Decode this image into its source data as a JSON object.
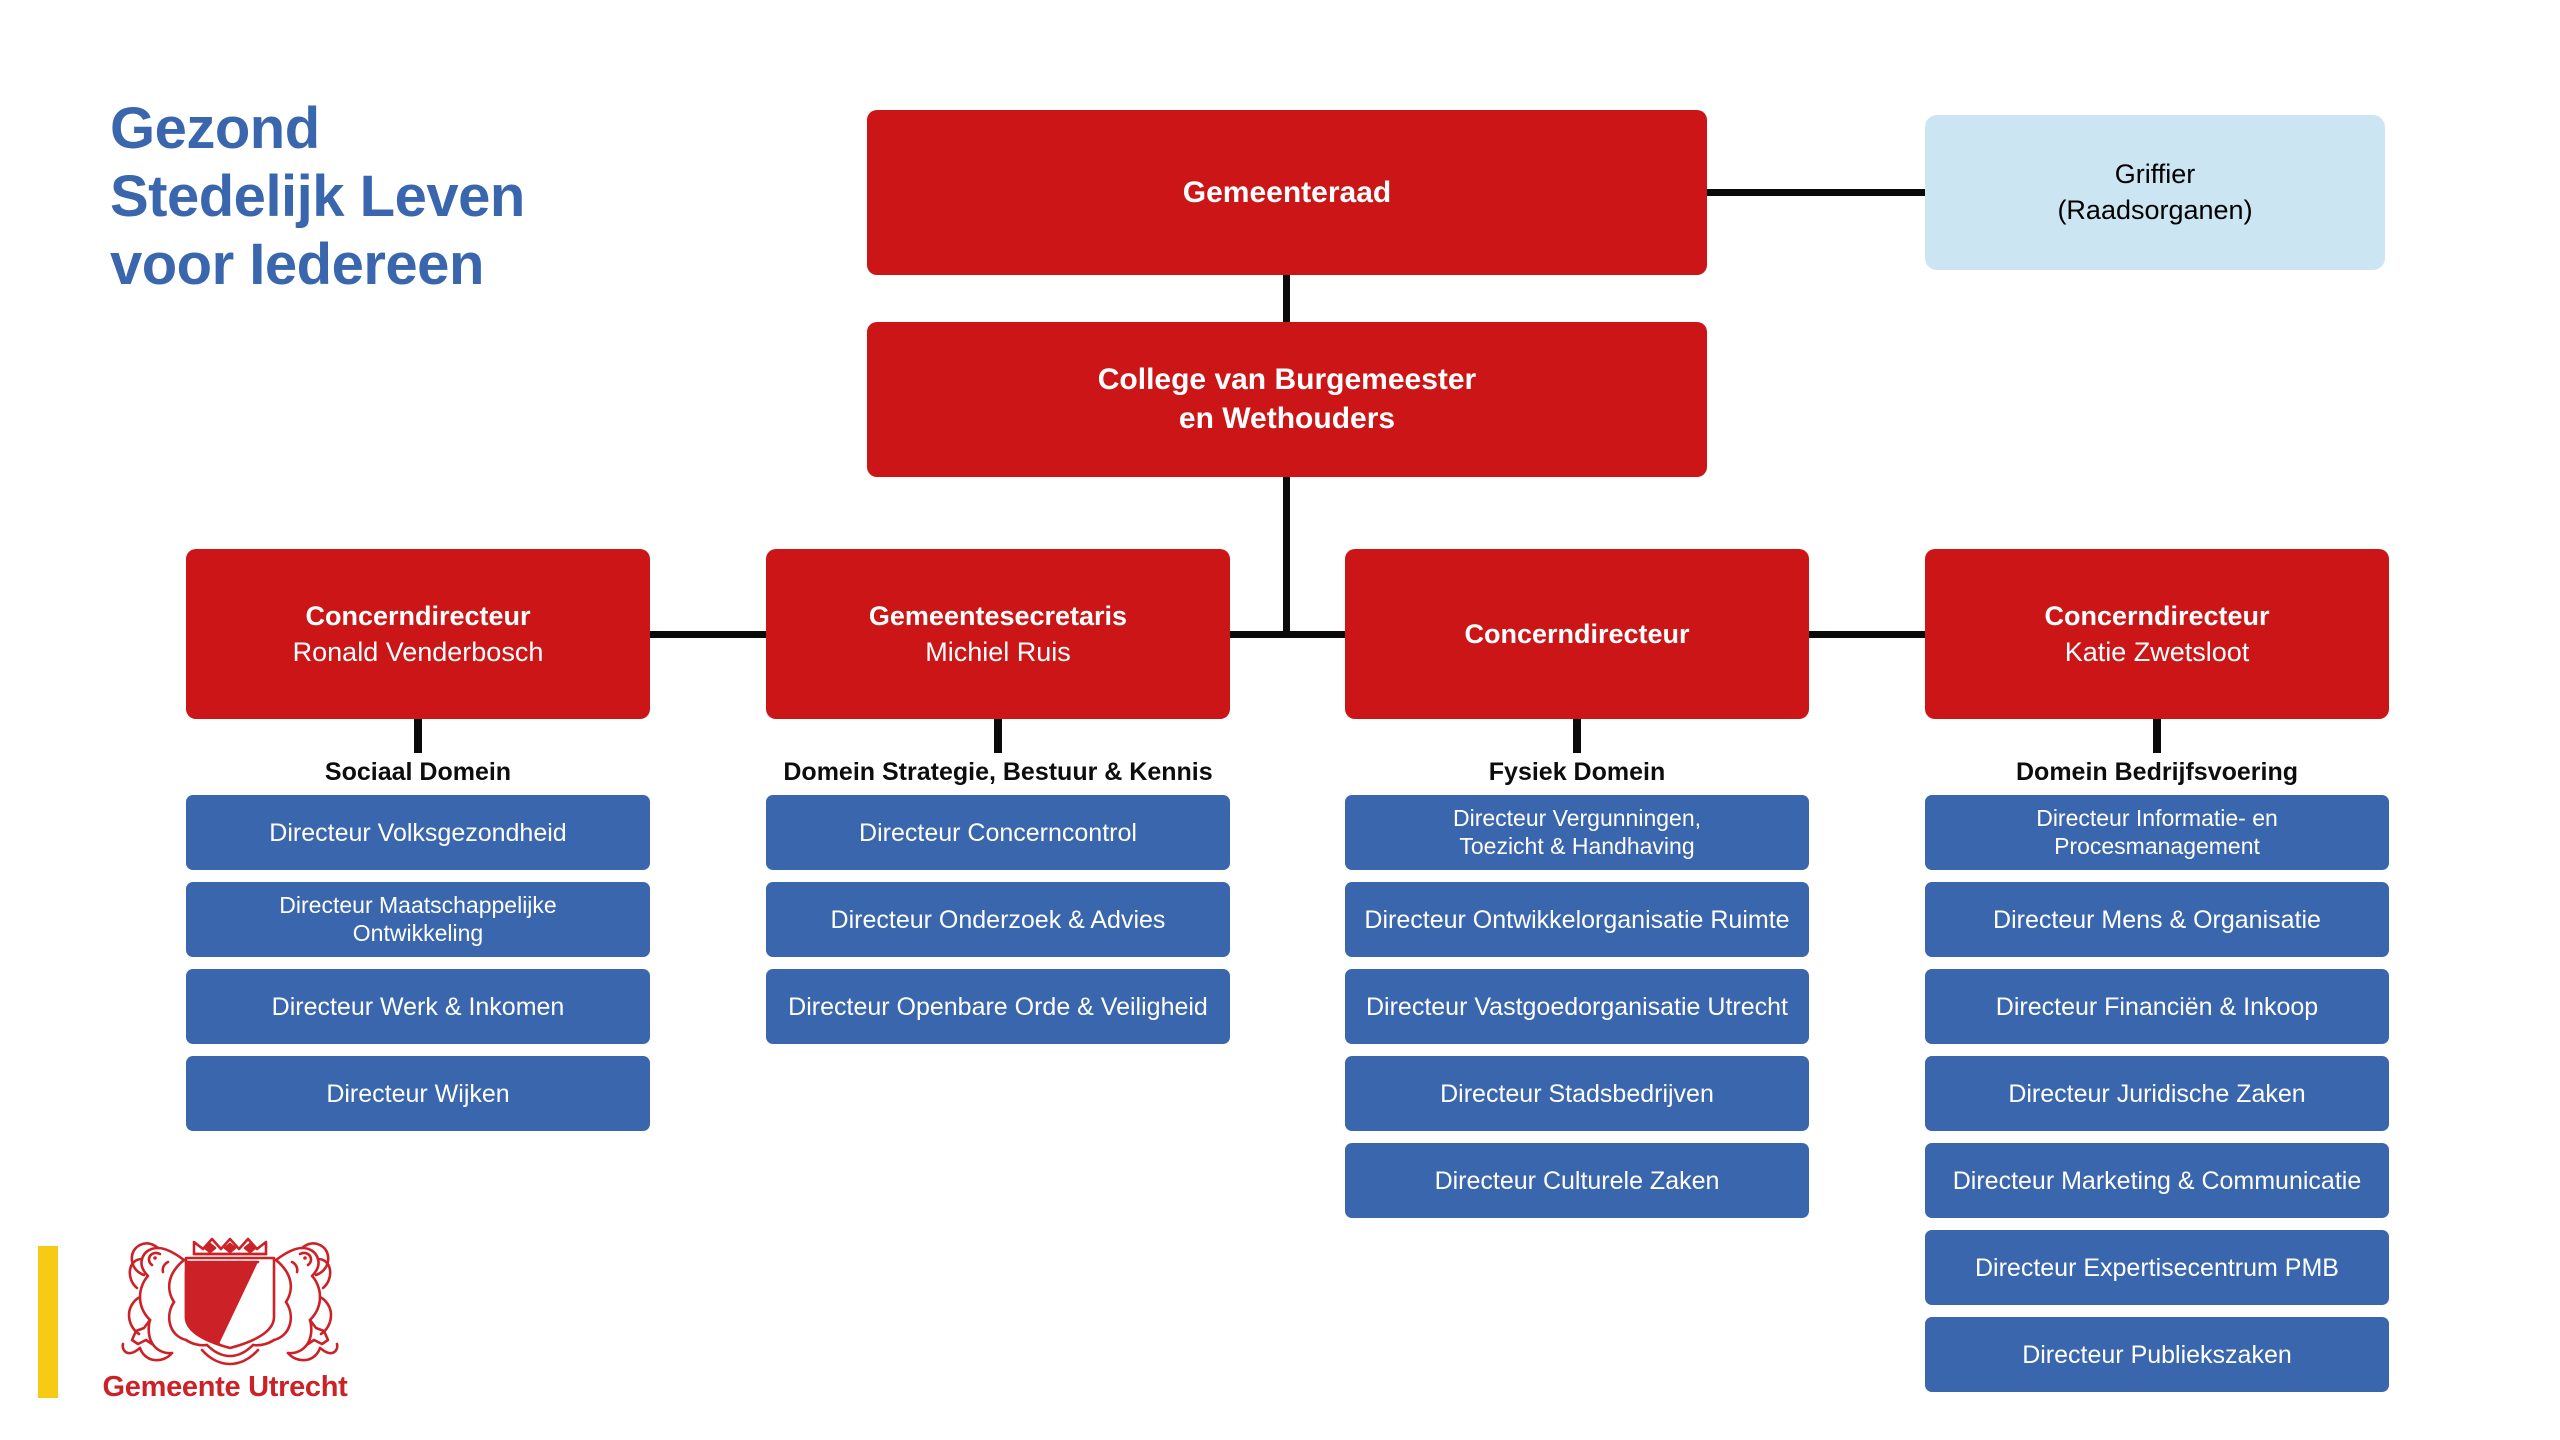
{
  "slogan": "Gezond\nStedelijk Leven\nvoor Iedereen",
  "colors": {
    "title_blue": "#3a66ad",
    "node_red": "#cc1517",
    "node_light_blue": "#cbe5f3",
    "node_blue": "#3a66ad",
    "logo_red": "#cc2127",
    "logo_yellow": "#f5cb16",
    "connector_black": "#0a0a0a"
  },
  "top": {
    "council": {
      "title": "Gemeenteraad"
    },
    "board": {
      "title": "College van Burgemeester",
      "subtitle": "en Wethouders"
    },
    "clerk": {
      "title": "Griffier",
      "subtitle": "(Raadsorganen)"
    }
  },
  "directors": [
    {
      "role": "Concerndirecteur",
      "name": "Ronald Venderbosch"
    },
    {
      "role": "Gemeentesecretaris",
      "name": "Michiel Ruis"
    },
    {
      "role": "Concerndirecteur",
      "name": ""
    },
    {
      "role": "Concerndirecteur",
      "name": "Katie Zwetsloot"
    }
  ],
  "domains": [
    {
      "label": "Sociaal Domein",
      "units": [
        "Directeur Volksgezondheid",
        "Directeur Maatschappelijke\nOntwikkeling",
        "Directeur Werk & Inkomen",
        "Directeur Wijken"
      ]
    },
    {
      "label": "Domein Strategie, Bestuur & Kennis",
      "units": [
        "Directeur Concerncontrol",
        "Directeur Onderzoek & Advies",
        "Directeur Openbare Orde & Veiligheid"
      ]
    },
    {
      "label": "Fysiek Domein",
      "units": [
        "Directeur Vergunningen,\nToezicht & Handhaving",
        "Directeur Ontwikkelorganisatie Ruimte",
        "Directeur Vastgoedorganisatie Utrecht",
        "Directeur Stadsbedrijven",
        "Directeur Culturele Zaken"
      ]
    },
    {
      "label": "Domein Bedrijfsvoering",
      "units": [
        "Directeur Informatie- en\nProcesmanagement",
        "Directeur Mens & Organisatie",
        "Directeur Financiën & Inkoop",
        "Directeur Juridische Zaken",
        "Directeur Marketing & Communicatie",
        "Directeur Expertisecentrum PMB",
        "Directeur Publiekszaken"
      ]
    }
  ],
  "logo": {
    "wordmark": "Gemeente Utrecht"
  }
}
